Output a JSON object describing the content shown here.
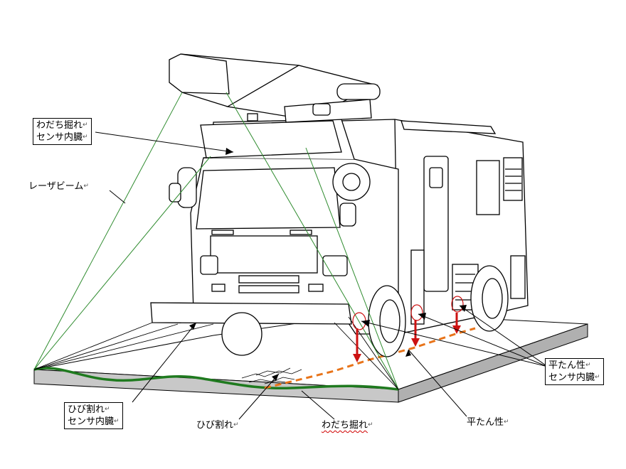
{
  "labels": {
    "rut_sensor_line1": "わだち掘れ",
    "rut_sensor_line2": "センサ内臓",
    "laser_beam": "レーザビーム",
    "crack_sensor_line1": "ひび割れ",
    "crack_sensor_line2": "センサ内臓",
    "crack": "ひび割れ",
    "rut": "わだち掘れ",
    "flatness": "平たん性",
    "flatness_sensor_line1": "平たん性",
    "flatness_sensor_line2": "センサ内臓",
    "return_mark": "↵"
  },
  "colors": {
    "laser_beam": "#2e8b2e",
    "road_profile": "#1f7a1f",
    "flatness_path": "#e8741a",
    "sensor_arrow": "#cc1111",
    "road_surface": "#c8c8c8"
  }
}
